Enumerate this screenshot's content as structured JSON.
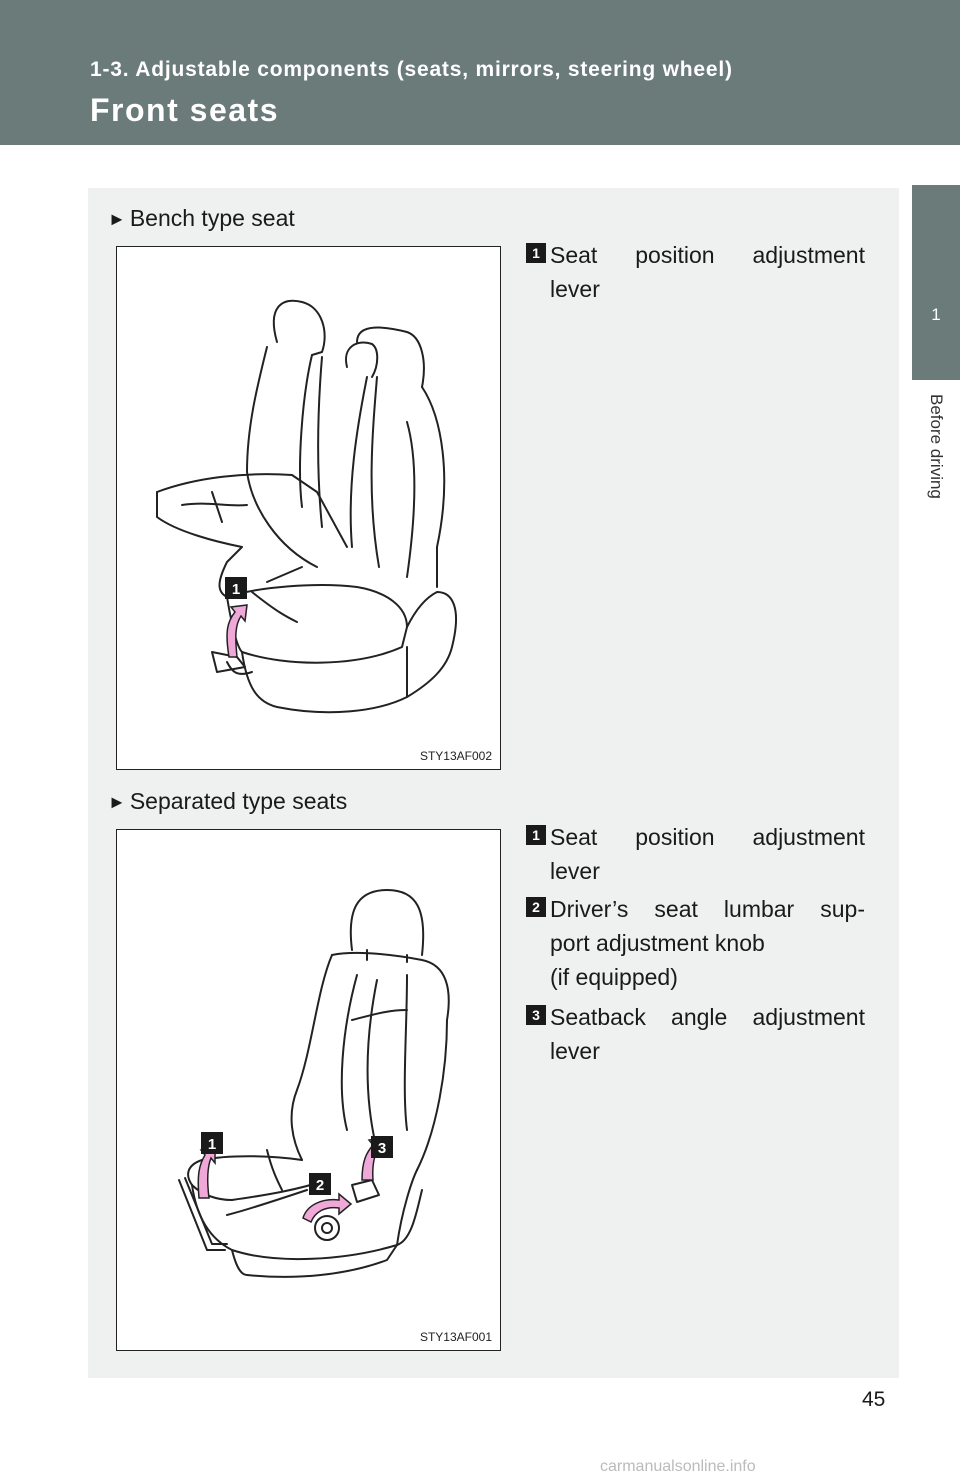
{
  "header": {
    "subtitle": "1-3. Adjustable components (seats, mirrors, steering wheel)",
    "title": "Front seats"
  },
  "side_tab": {
    "number": "1",
    "label": "Before driving"
  },
  "sections": [
    {
      "label": "Bench type seat",
      "figure_code": "STY13AF002",
      "items": [
        {
          "num": "1",
          "lines": [
            "Seat position adjustment",
            "lever"
          ]
        }
      ]
    },
    {
      "label": "Separated type seats",
      "figure_code": "STY13AF001",
      "items": [
        {
          "num": "1",
          "lines": [
            "Seat position adjustment",
            "lever"
          ]
        },
        {
          "num": "2",
          "lines": [
            "Driver’s seat lumbar sup-",
            "port adjustment knob",
            "(if equipped)"
          ]
        },
        {
          "num": "3",
          "lines": [
            "Seatback angle adjustment",
            "lever"
          ]
        }
      ]
    }
  ],
  "page_number": "45",
  "watermark": "carmanualsonline.info",
  "colors": {
    "header_bg": "#6b7b79",
    "content_bg": "#eff0f0",
    "arrow_pink": "#f0a8d8"
  },
  "icons": {
    "section_marker": "triangle-right-icon"
  }
}
